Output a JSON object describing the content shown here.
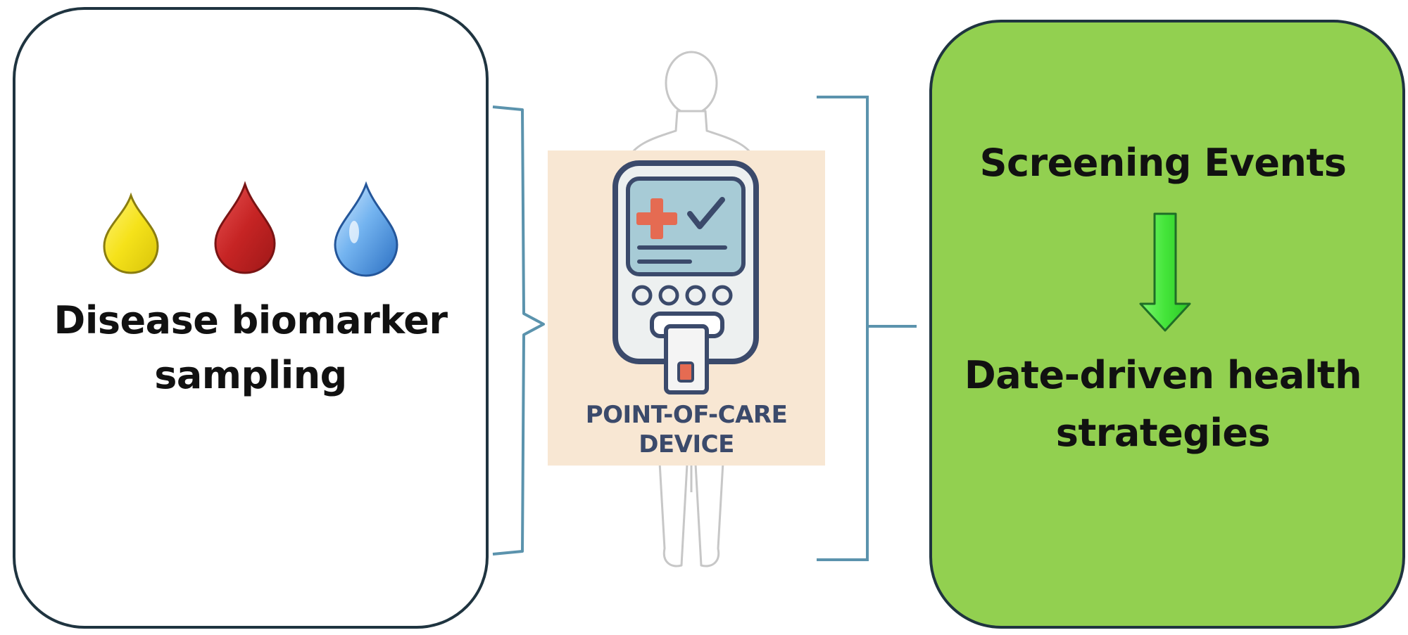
{
  "left_panel": {
    "title_line1": "Disease biomarker",
    "title_line2": "sampling",
    "droplets": [
      {
        "name": "urine-drop-icon",
        "color": "#f5e21a",
        "stroke": "#8a7d10"
      },
      {
        "name": "blood-drop-icon",
        "color": "#c62424",
        "stroke": "#7a1414"
      },
      {
        "name": "saliva-drop-icon",
        "color": "#4a90e2",
        "stroke": "#24569a"
      }
    ]
  },
  "center": {
    "device_label_line1": "POINT-OF-CARE",
    "device_label_line2": "DEVICE",
    "device_panel_color": "#f8e7d3",
    "device_body_color": "#edf0f0",
    "screen_color": "#a7cbd6",
    "cross_color": "#e56b52",
    "accent_color": "#3b4a6b"
  },
  "right_panel": {
    "top_text": "Screening Events",
    "bottom_line1": "Date-driven health",
    "bottom_line2": "strategies",
    "fill_color": "#92d050",
    "arrow_color": "#44e53a"
  },
  "connector_color": "#5b93ad"
}
